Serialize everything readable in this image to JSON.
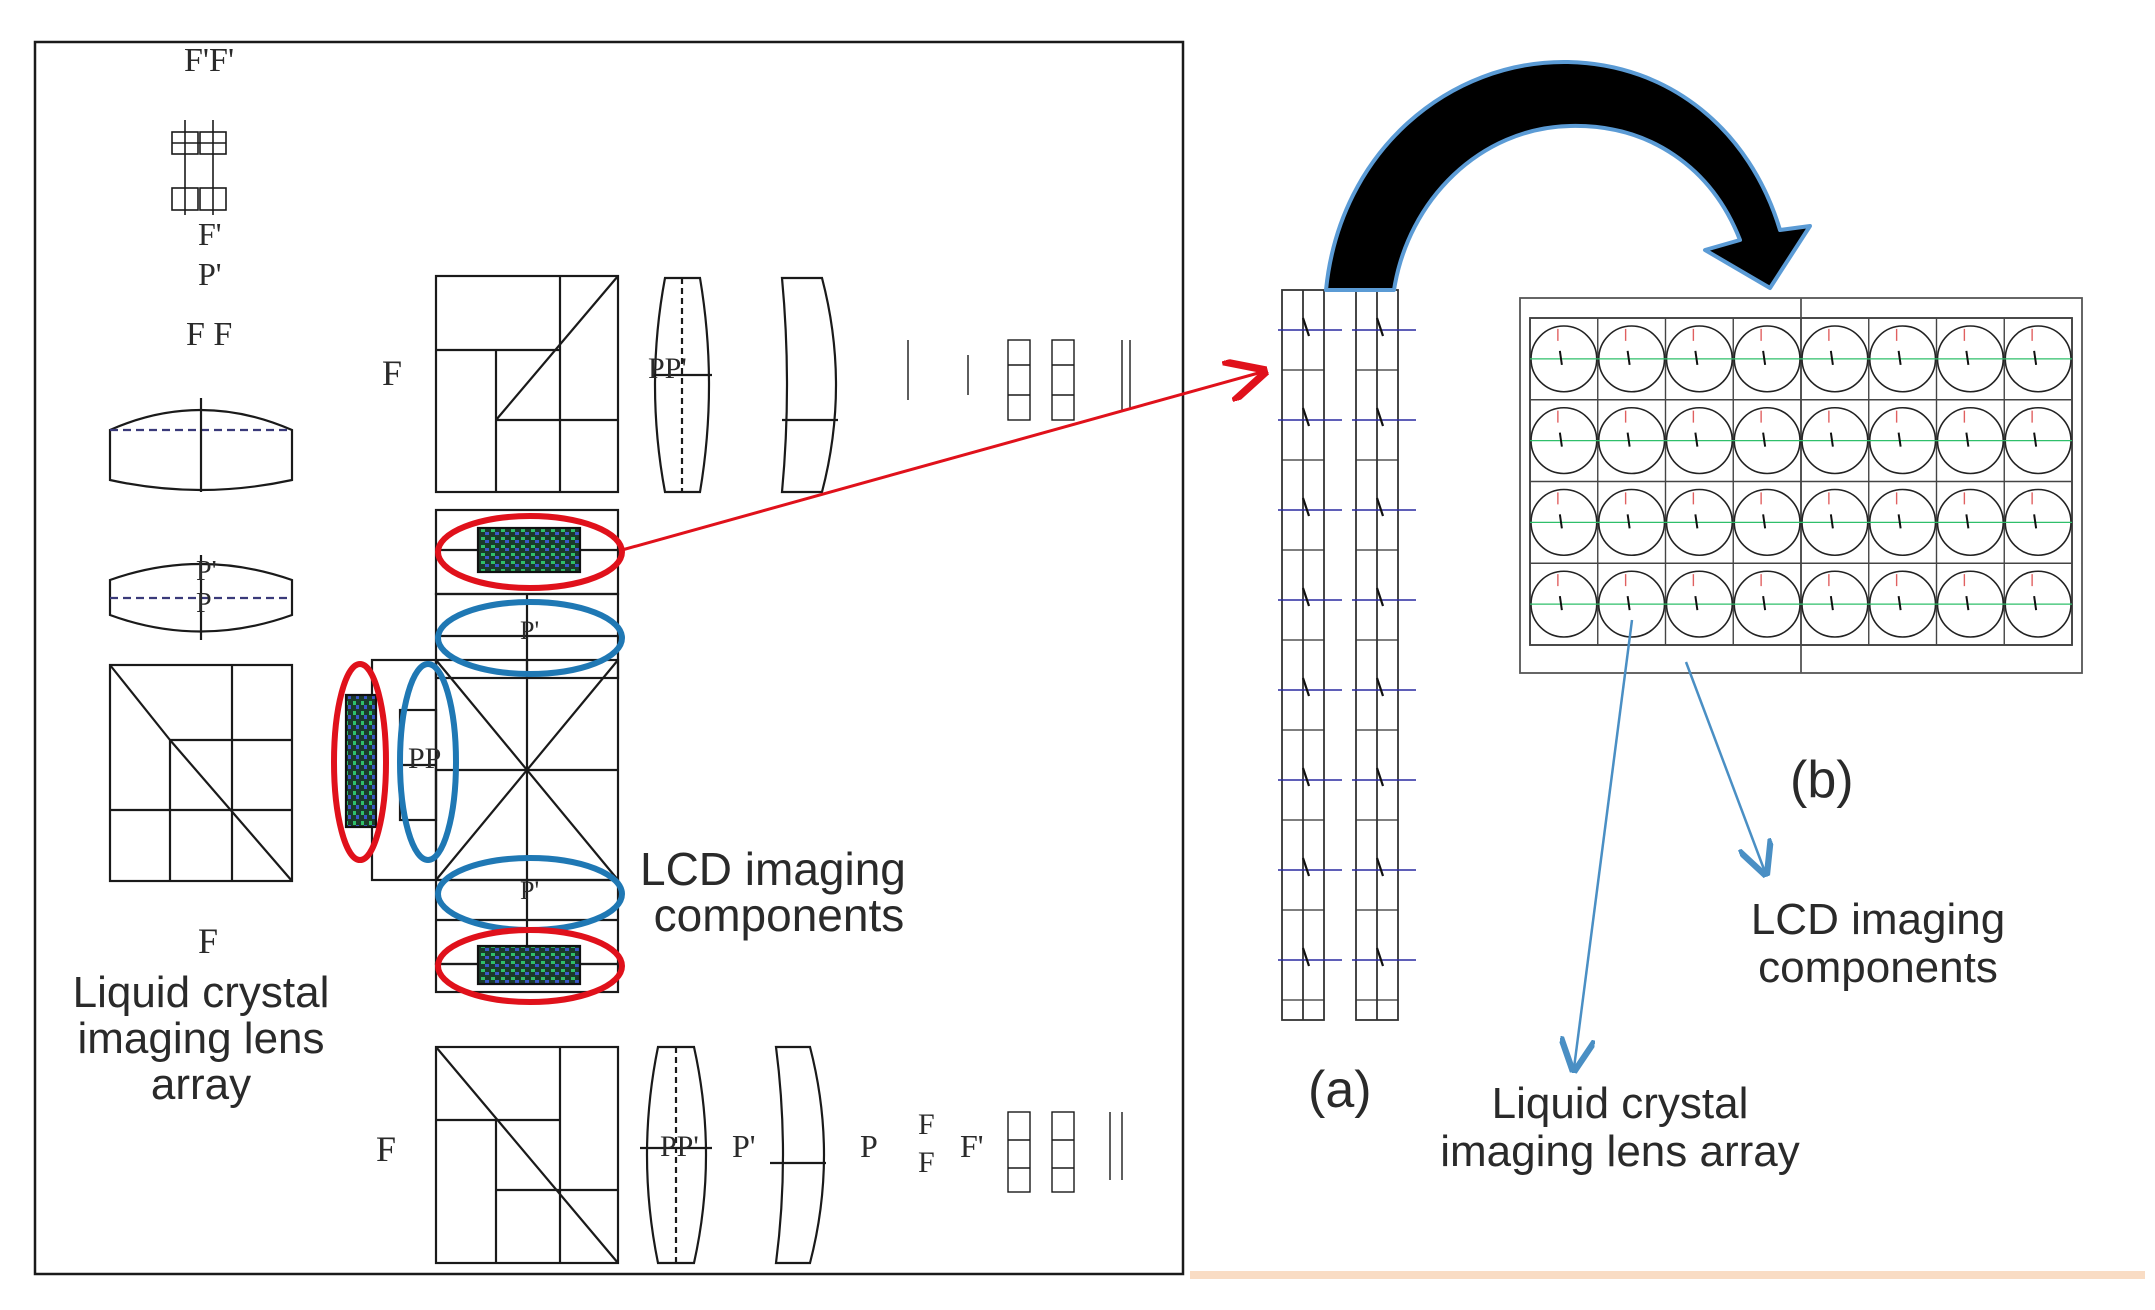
{
  "left_figure": {
    "label_lcd_components": [
      "LCD imaging",
      "components"
    ],
    "label_lens_array": [
      "Liquid crystal",
      "imaging lens",
      "array"
    ],
    "glyph_f": "F",
    "glyph_f_prime": "F'",
    "glyph_ff_prime": "F'F'",
    "glyph_ff": "F F",
    "glyph_p_prime": "P'",
    "glyph_p": "P",
    "glyph_pp": "PP",
    "glyph_pp_prime": "PP'"
  },
  "right_figure": {
    "panel_a_label": "(a)",
    "panel_b_label": "(b)",
    "label_lcd_components": [
      "LCD imaging",
      "components"
    ],
    "label_lens_array": [
      "Liquid crystal",
      "imaging lens array"
    ]
  },
  "colors": {
    "line": "#1a1a1a",
    "highlight_red": "#e0111b",
    "highlight_blue": "#1f78b4",
    "callout_blue": "#4a8fc4",
    "arrow_black": "#000000",
    "arrow_outline": "#5b9bd5",
    "peach_line": "#f9dcc4"
  }
}
